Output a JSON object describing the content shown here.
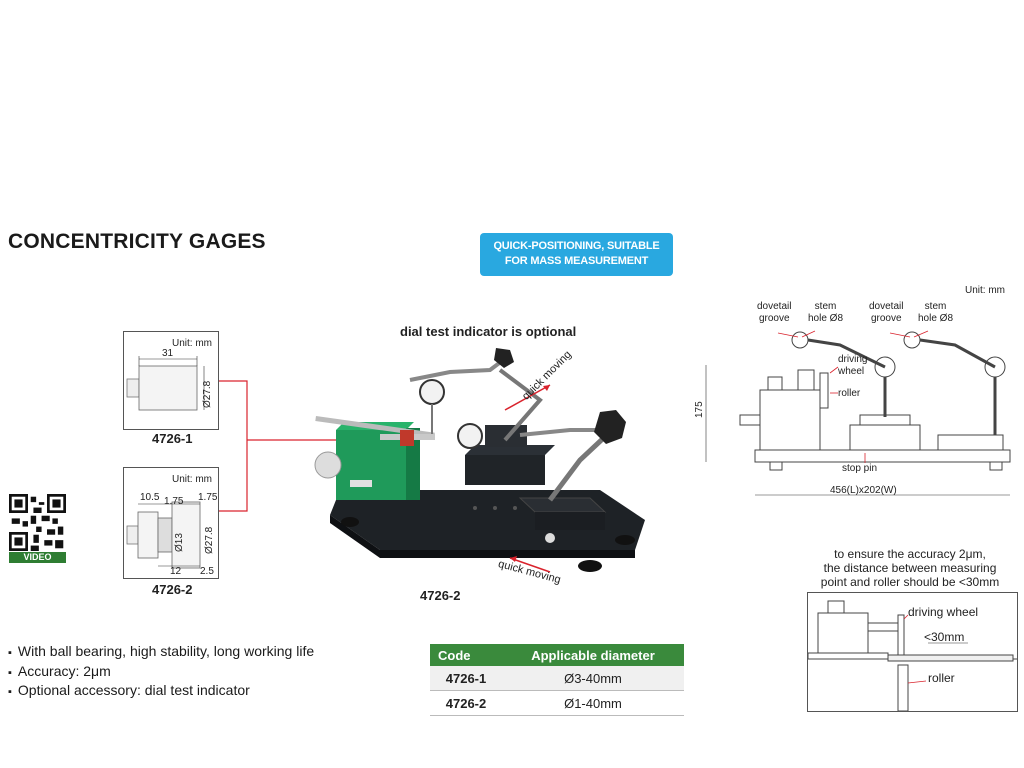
{
  "title": "CONCENTRICITY GAGES",
  "badge": {
    "line1": "QUICK-POSITIONING, SUITABLE",
    "line2": "FOR MASS MEASUREMENT"
  },
  "optional_caption": "dial test indicator is optional",
  "main_model_caption": "4726-2",
  "labels": {
    "quick_moving_diag": "quick moving",
    "quick_moving_base": "quick moving"
  },
  "dim_4726_1": {
    "unit": "Unit: mm",
    "d_width": "31",
    "d_dia": "Ø27.8",
    "caption": "4726-1"
  },
  "dim_4726_2": {
    "unit": "Unit: mm",
    "d_a": "10.5",
    "d_b": "1.75",
    "d_c": "1.75",
    "d_dia_in": "Ø13",
    "d_dia_out": "Ø27.8",
    "d_bottom_a": "12",
    "d_bottom_b": "2.5",
    "caption": "4726-2"
  },
  "video_label": "VIDEO",
  "bullets": [
    "With ball bearing, high stability, long working life",
    "Accuracy: 2μm",
    "Optional accessory: dial test indicator"
  ],
  "spec_table": {
    "headers": [
      "Code",
      "Applicable diameter"
    ],
    "rows": [
      {
        "code": "4726-1",
        "diameter": "Ø3-40mm"
      },
      {
        "code": "4726-2",
        "diameter": "Ø1-40mm"
      }
    ]
  },
  "drawing": {
    "unit": "Unit: mm",
    "dovetail_1": "dovetail",
    "groove_1": "groove",
    "stem_1": "stem",
    "hole_1": "hole Ø8",
    "dovetail_2": "dovetail",
    "groove_2": "groove",
    "stem_2": "stem",
    "hole_2": "hole Ø8",
    "driving": "driving",
    "wheel": "wheel",
    "roller": "roller",
    "height": "175",
    "stop_pin": "stop pin",
    "size": "456(L)x202(W)"
  },
  "note": {
    "line1": "to ensure the accuracy 2μm,",
    "line2": "the distance between measuring",
    "line3": "point and roller should be <30mm"
  },
  "detail": {
    "driving_wheel": "driving wheel",
    "distance": "<30mm",
    "roller": "roller"
  },
  "colors": {
    "badge": "#29a8e0",
    "table_header": "#3a8a3c",
    "machine_green": "#1f9a5a",
    "callout_red": "#d9232d"
  }
}
